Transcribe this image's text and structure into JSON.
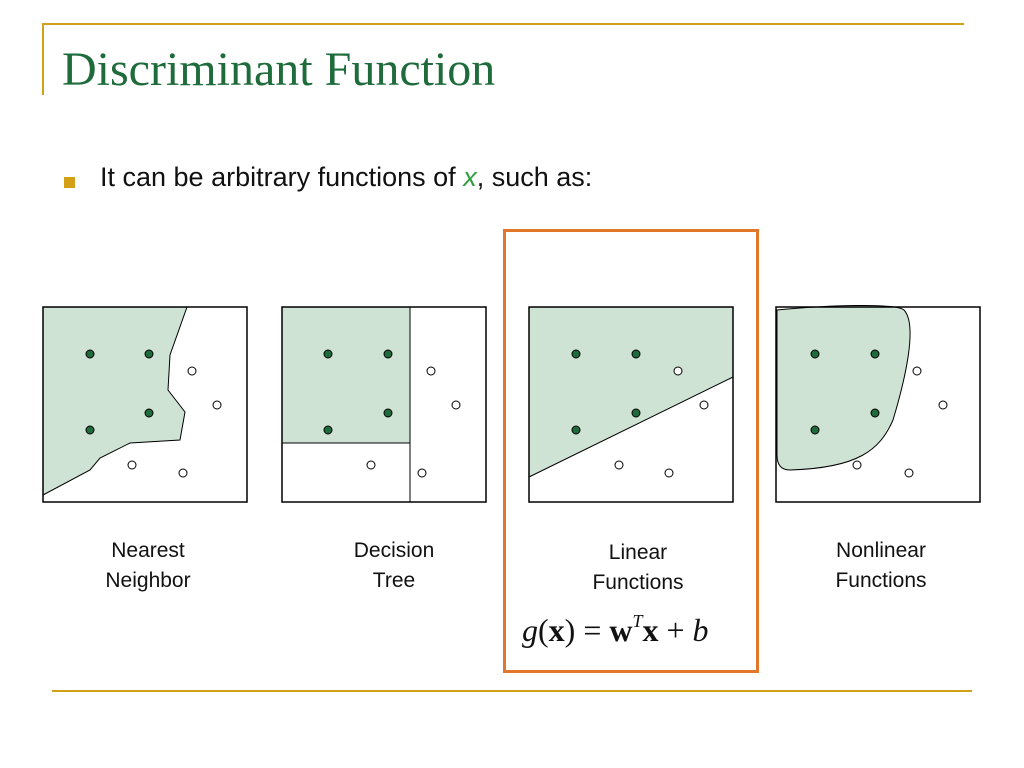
{
  "title": "Discriminant Function",
  "bullet": {
    "prefix": "It can be arbitrary functions of ",
    "variable": "x",
    "suffix": ", such as:"
  },
  "panels": [
    {
      "id": "nearest-neighbor",
      "label": "Nearest\nNeighbor"
    },
    {
      "id": "decision-tree",
      "label": "Decision\nTree"
    },
    {
      "id": "linear-functions",
      "label": "Linear\nFunctions"
    },
    {
      "id": "nonlinear-functions",
      "label": "Nonlinear\nFunctions"
    }
  ],
  "formula": {
    "g": "g",
    "open": "(",
    "x1": "x",
    "close": ")",
    "eq": " = ",
    "w": "w",
    "T": "T",
    "x2": "x",
    "plus": " + ",
    "b": "b"
  },
  "colors": {
    "title": "#1e6b3b",
    "accent": "#d4a017",
    "highlight": "#e2772c",
    "region_fill": "#cfe3d5",
    "filled_point": "#1e6b3b"
  }
}
